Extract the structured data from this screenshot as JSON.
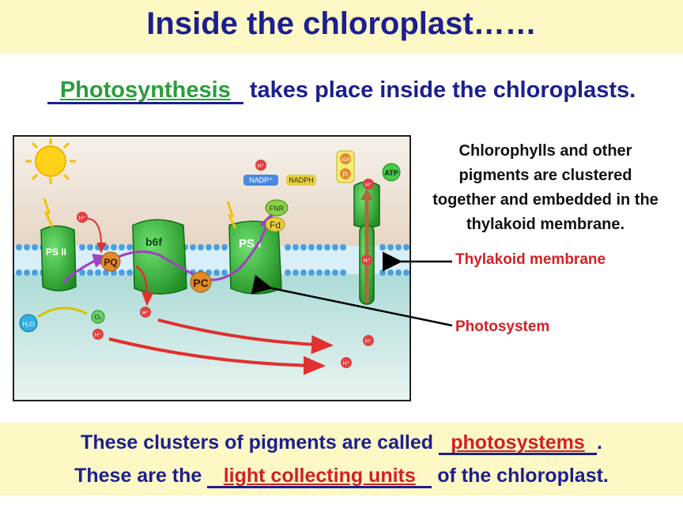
{
  "title": "Inside the chloroplast……",
  "subtitle": {
    "answer": "Photosynthesis",
    "text": " takes place inside the chloroplasts."
  },
  "side_text": "Chlorophylls and other pigments are clustered together and embedded in the thylakoid membrane.",
  "labels": {
    "membrane": "Thylakoid membrane",
    "photosystem": "Photosystem"
  },
  "diagram": {
    "ps2": "PS II",
    "ps1": "PS I",
    "b6f": "b6f",
    "pq": "PQ",
    "pc": "PC",
    "fnr": "FNR",
    "fd": "Fd",
    "nadp": "NADP⁺",
    "nadph": "NADPH",
    "atp": "ATP",
    "adp": "ADP",
    "pi": "Pᵢ",
    "h2o": "H₂O",
    "o2": "O₂",
    "h": "H⁺"
  },
  "bottom": {
    "line1_pre": "These clusters of pigments are called ",
    "line1_answer": "photosystems",
    "line1_post": ".",
    "line2_pre": "These are the ",
    "line2_answer": "light collecting units",
    "line2_post": " of the chloroplast."
  },
  "colors": {
    "title": "#1b1f8f",
    "answer_green": "#2a9d3a",
    "answer_red": "#d32020",
    "band": "#fdf8c4"
  }
}
